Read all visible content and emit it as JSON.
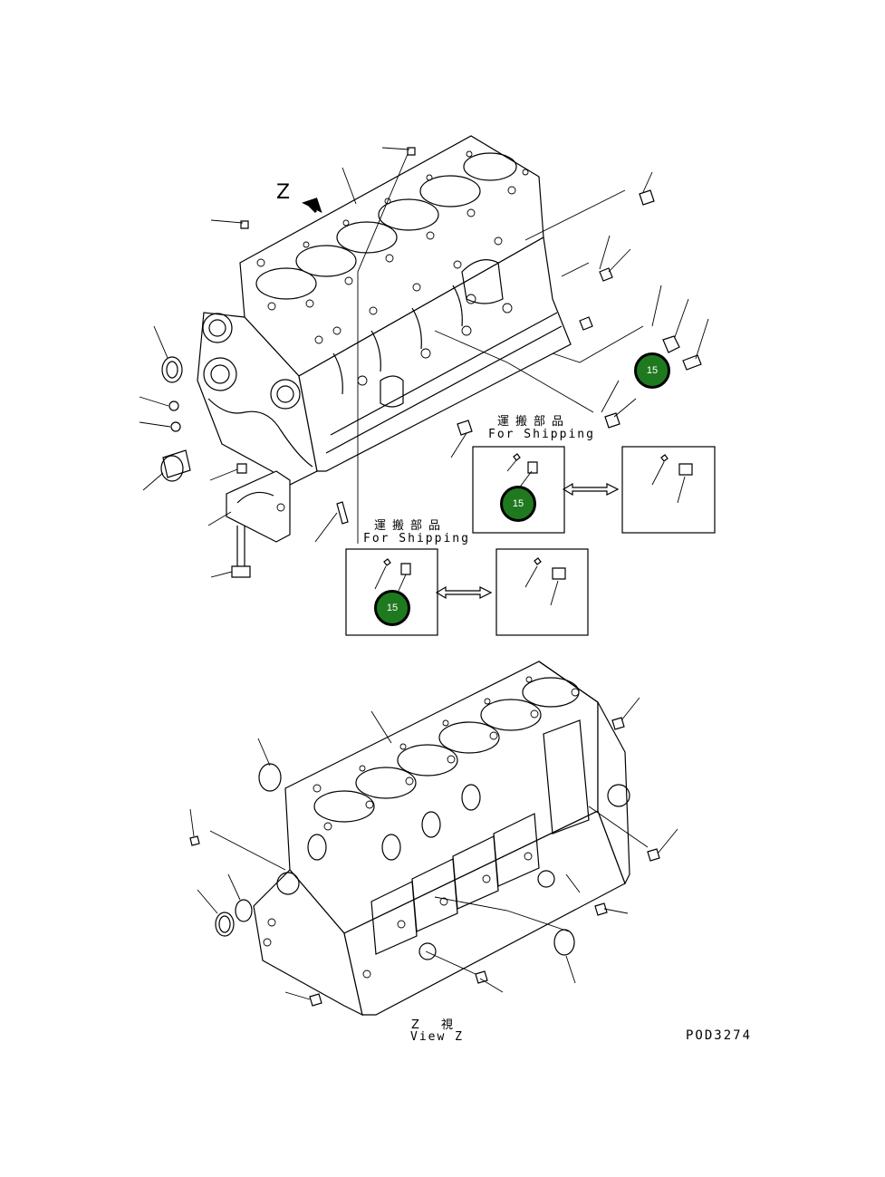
{
  "view_arrow_letter": "Z",
  "shipping_upper": {
    "jp": "運搬部品",
    "en": "For Shipping"
  },
  "shipping_lower": {
    "jp": "運搬部品",
    "en": "For Shipping"
  },
  "view_caption": {
    "jp": "Z 視",
    "en": "View Z"
  },
  "drawing_number": "POD3274",
  "callouts": [
    {
      "id": "callout-rear-plug",
      "label": "15"
    },
    {
      "id": "callout-upper-inset",
      "label": "15"
    },
    {
      "id": "callout-lower-inset",
      "label": "15"
    }
  ],
  "colors": {
    "callout_fill": "#1f7a1f",
    "line": "#000000",
    "background": "#ffffff"
  }
}
